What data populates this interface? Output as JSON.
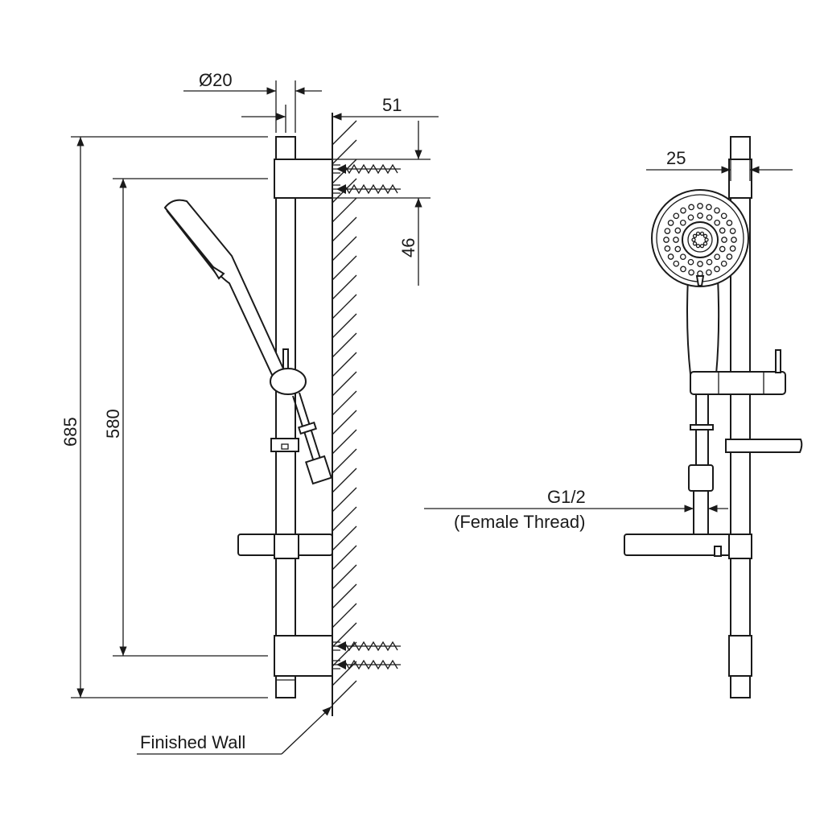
{
  "dimensions": {
    "rail_diameter": "Ø20",
    "wall_offset": "51",
    "bracket_height": "46",
    "overall_height": "685",
    "bracket_spacing": "580",
    "rail_width_side": "25",
    "connection_thread": "G1/2",
    "connection_note": "(Female Thread)"
  },
  "labels": {
    "finished_wall": "Finished Wall"
  }
}
